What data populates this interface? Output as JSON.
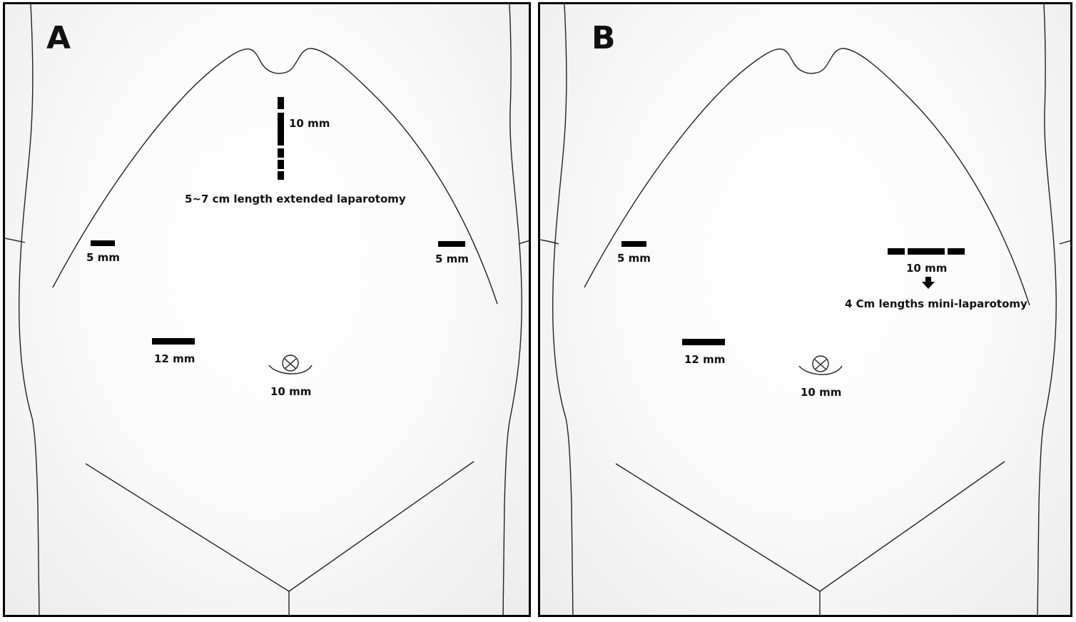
{
  "panels": [
    {
      "letter": "A",
      "labels": {
        "upper_port": "10 mm",
        "extended_incision": "5~7 cm length extended laparotomy",
        "left_port": "5 mm",
        "right_port": "5 mm",
        "lower_left_port": "12 mm",
        "umbilical_port": "10 mm"
      }
    },
    {
      "letter": "B",
      "labels": {
        "left_port": "5 mm",
        "right_port": "10 mm",
        "mini_incision": "4 Cm lengths mini-laparotomy",
        "lower_left_port": "12 mm",
        "umbilical_port": "10 mm"
      }
    }
  ]
}
